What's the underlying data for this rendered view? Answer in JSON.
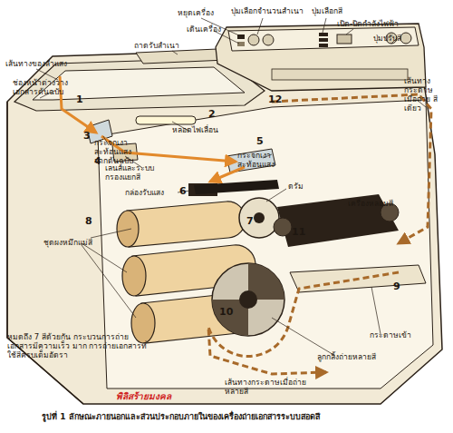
{
  "diagram": {
    "caption": "รูปที่ 1 ลักษณะภายนอกและส่วนประกอบภายในของเครื่องถ่ายเอกสารระบบสอดสี",
    "labels": [
      "หยุดเครื่อง",
      "ปุ่มเลือกจำนวนสำเนา",
      "ปุ่มเลือกสี",
      "เปิด-ปิดกำลังไฟฟ้า",
      "ปุ่มปรับสี",
      "เดินเครื่อง",
      "ถาดรับสำเนา",
      "เส้นทางของลำแสง",
      "ช่องหน้าต่างวาง เอกสารต้นฉบับ",
      "1",
      "2",
      "หลอดไฟเลื่อน",
      "3",
      "กระจกเงา สะท้อนแสง จากต้นฉบับ",
      "4",
      "เลนส์และระบบกรองแยกสี",
      "12",
      "เส้นทาง กระดาษ เมื่อถ่าย สีเดียว",
      "5",
      "กระจกเงา สะท้อนแสง",
      "กล่องรับแสง",
      "6",
      "ดรัม",
      "7",
      "เครื่องหลอมสี",
      "11",
      "8",
      "ชุดผงหมึกแม่สี",
      "9",
      "10",
      "กระดาษเข้า",
      "ลูกกลิ้งถ่ายหลายสี",
      "เส้นทางกระดาษเมื่อถ่ายหลายสี",
      "หมดถึง 7 สีด้วยกัน กระบวนการถ่ายเอกสารมีความเร็ว มาก การถ่ายเอกสารที่ใช้สีครบเต็มอัตรา",
      "พิลิสร้ายมงคล"
    ]
  }
}
